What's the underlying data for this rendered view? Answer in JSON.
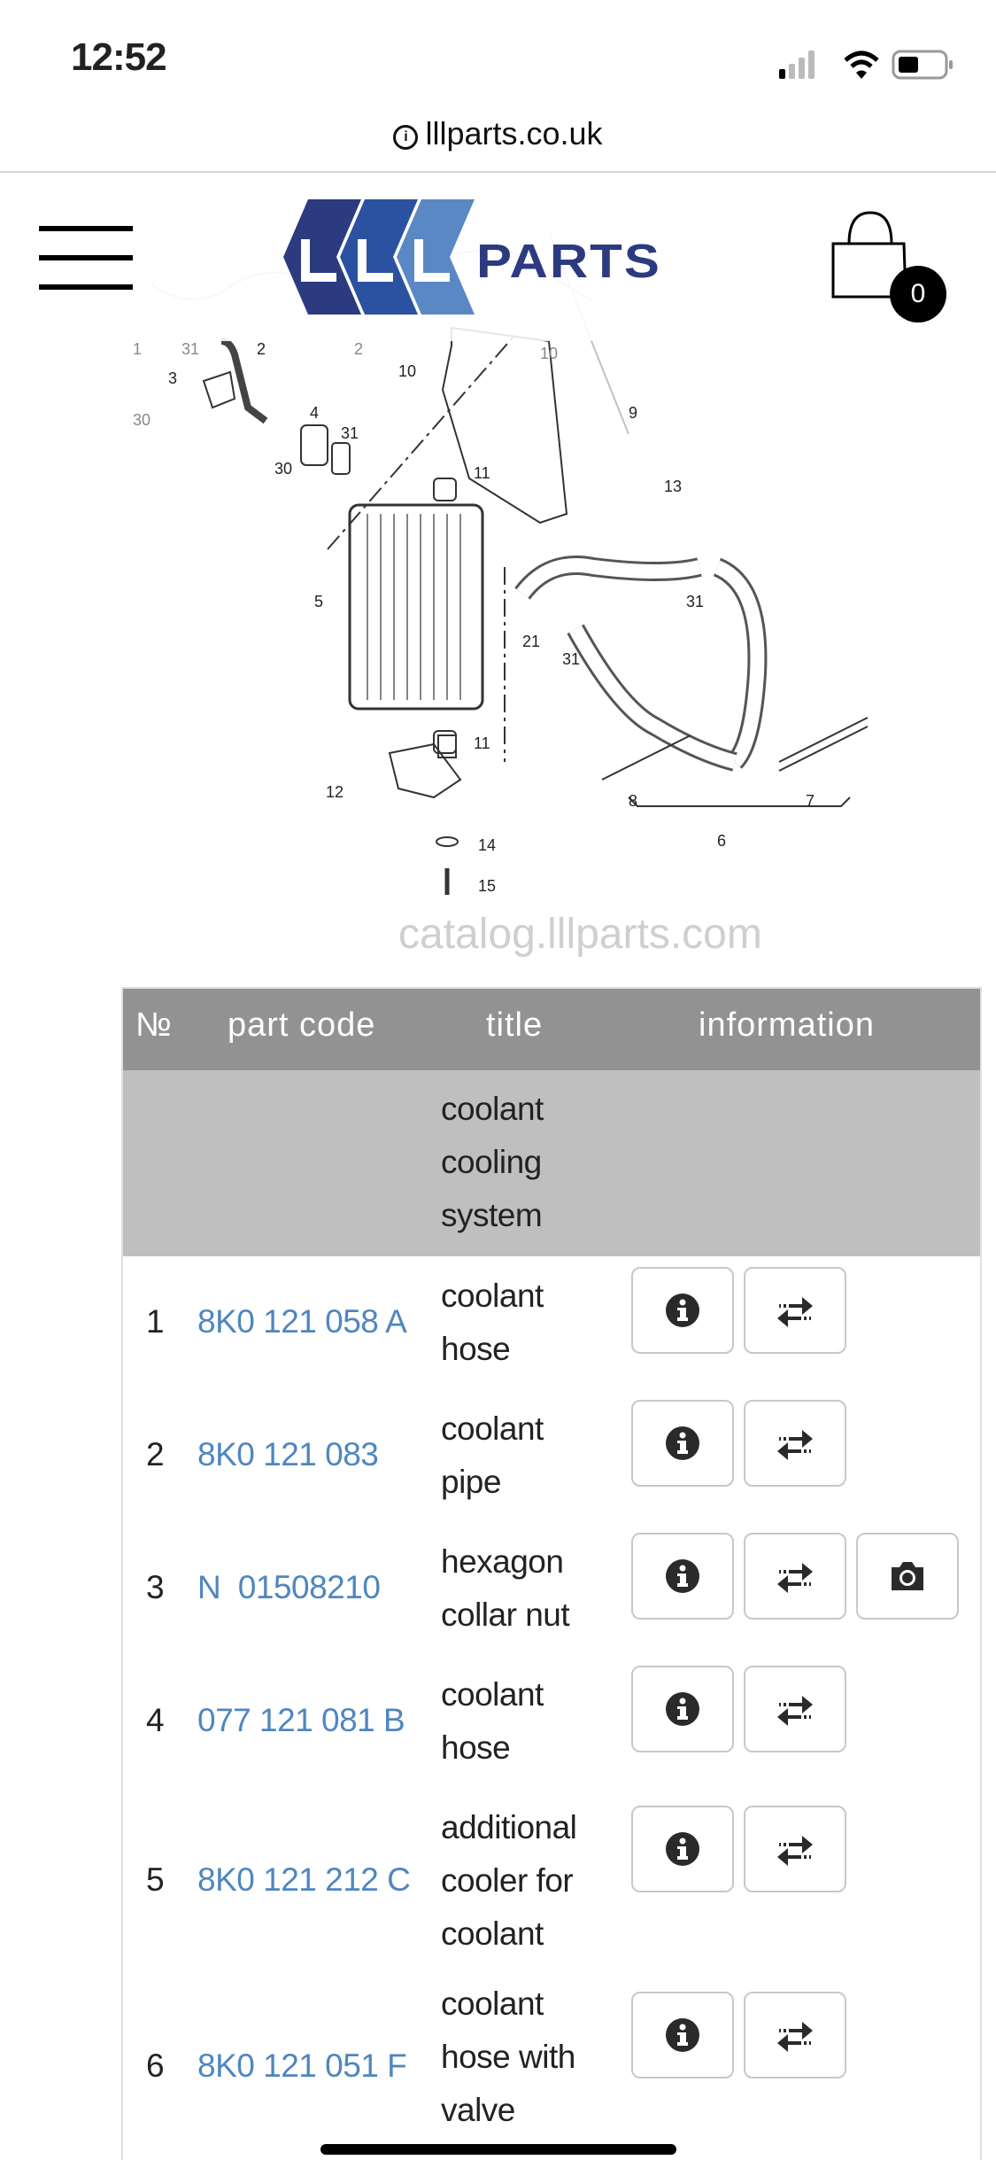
{
  "status_bar": {
    "time": "12:52",
    "icons": [
      "cellular-signal-icon",
      "wifi-icon",
      "battery-icon"
    ]
  },
  "browser": {
    "url": "lllparts.co.uk",
    "icon": "info-icon"
  },
  "header": {
    "logo_text": "LLL PARTS",
    "cart_count": "0",
    "icons": [
      "hamburger-menu-icon",
      "shopping-bag-icon"
    ]
  },
  "diagram": {
    "watermark": "catalog.lllparts.com",
    "labels": [
      "1",
      "31",
      "2",
      "30",
      "10",
      "3",
      "2",
      "4",
      "31",
      "30",
      "10",
      "9",
      "11",
      "13",
      "5",
      "31",
      "21",
      "31",
      "11",
      "12",
      "14",
      "15",
      "8",
      "7",
      "6"
    ]
  },
  "colors": {
    "header_bg": "#929292",
    "category_bg": "#bfbfbf",
    "link": "#4f86c0",
    "logo_dark": "#2c3a80",
    "logo_mid": "#2b52a0",
    "logo_light": "#5a88c4"
  },
  "table": {
    "columns": [
      "№",
      "part code",
      "title",
      "information"
    ],
    "category": [
      "coolant",
      "cooling",
      "system"
    ],
    "rows": [
      {
        "no": "1",
        "code": "8K0 121 058 A",
        "title": [
          "coolant",
          "hose"
        ],
        "photo": false
      },
      {
        "no": "2",
        "code": "8K0 121 083",
        "title": [
          "coolant",
          "pipe"
        ],
        "photo": false
      },
      {
        "no": "3",
        "code": "N  01508210",
        "title": [
          "hexagon",
          "collar nut"
        ],
        "photo": true
      },
      {
        "no": "4",
        "code": "077 121 081 B",
        "title": [
          "coolant",
          "hose"
        ],
        "photo": false
      },
      {
        "no": "5",
        "code": "8K0 121 212 C",
        "title": [
          "additional",
          "cooler for",
          "coolant"
        ],
        "photo": false
      },
      {
        "no": "6",
        "code": "8K0 121 051 F",
        "title": [
          "coolant",
          "hose with",
          "valve"
        ],
        "photo": false
      }
    ]
  }
}
